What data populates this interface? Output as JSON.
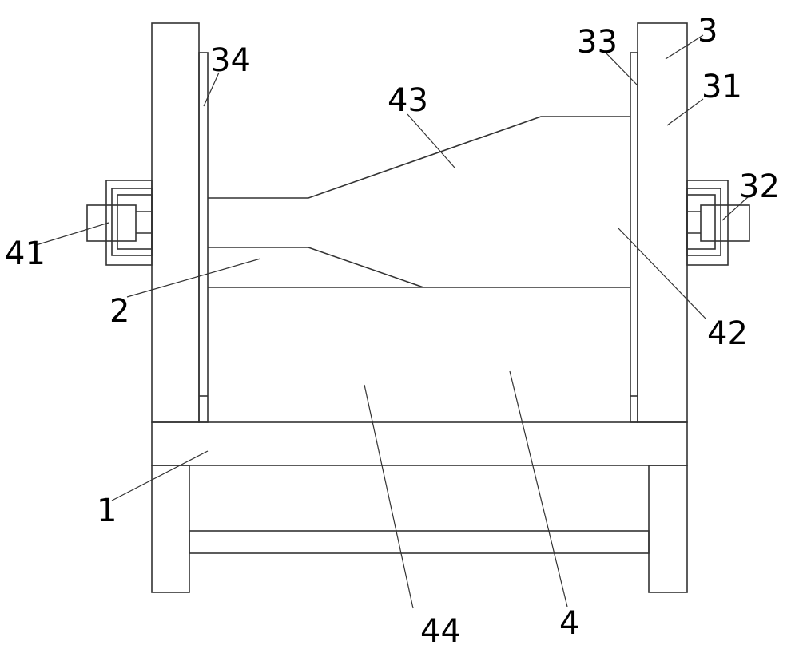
{
  "colors": {
    "stroke": "#333333",
    "background": "#ffffff",
    "label": "#000000"
  },
  "labels": {
    "l1": "1",
    "l2": "2",
    "l3": "3",
    "l4": "4",
    "l31": "31",
    "l32": "32",
    "l33": "33",
    "l34": "34",
    "l41": "41",
    "l42": "42",
    "l43": "43",
    "l44": "44"
  }
}
